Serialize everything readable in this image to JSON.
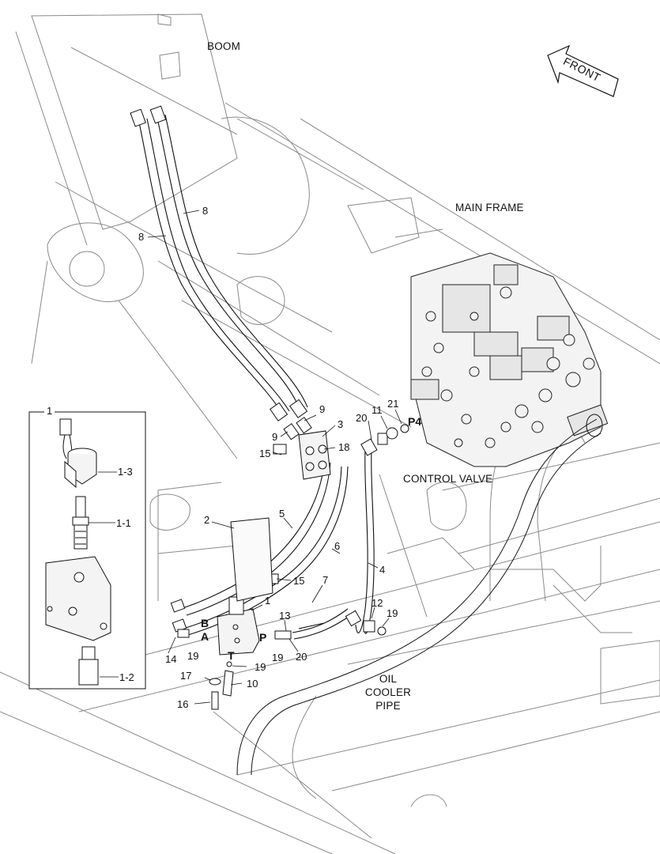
{
  "region_labels": {
    "boom": "BOOM",
    "main_frame": "MAIN FRAME",
    "control_valve": "CONTROL VALVE",
    "oil_cooler_pipe": [
      "OIL",
      "COOLER",
      "PIPE"
    ],
    "front": "FRONT"
  },
  "port_labels": {
    "p4": "P4",
    "a": "A",
    "b": "B",
    "p": "P",
    "t": "T"
  },
  "callouts": {
    "c8a": "8",
    "c8b": "8",
    "c9a": "9",
    "c9b": "9",
    "c3": "3",
    "c18": "18",
    "c15a": "15",
    "c15b": "15",
    "c20a": "20",
    "c11": "11",
    "c21": "21",
    "c2": "2",
    "c5": "5",
    "c6": "6",
    "c4": "4",
    "c7": "7",
    "c1": "1",
    "c12": "12",
    "c19a": "19",
    "c13": "13",
    "c14": "14",
    "c19b": "19",
    "c19c": "19",
    "c20b": "20",
    "c19d": "19",
    "c17": "17",
    "c10": "10",
    "c16": "16"
  },
  "inset": {
    "title": "1",
    "c1_3": "1-3",
    "c1_1": "1-1",
    "c1_2": "1-2"
  }
}
